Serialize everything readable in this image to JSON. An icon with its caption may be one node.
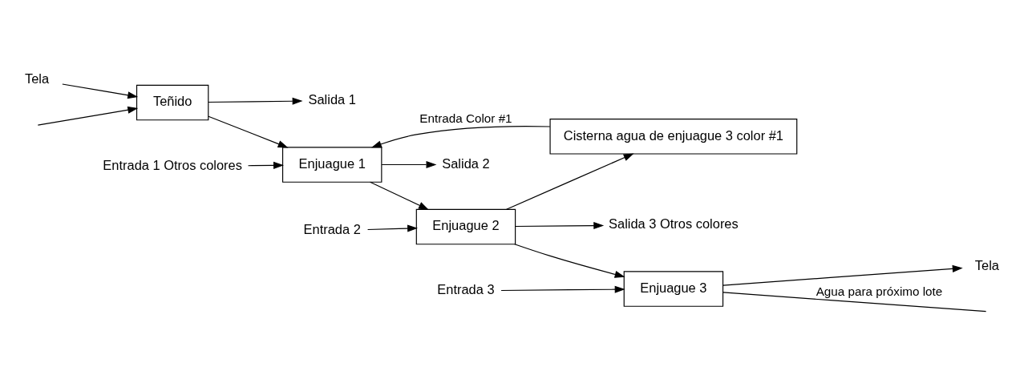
{
  "diagram": {
    "nodes": [
      {
        "text": [
          "Entrada 1 Otros colores"
        ]
      },
      {
        "text": [
          "Tela"
        ]
      },
      {
        "text": [
          "Teñido"
        ]
      },
      {
        "text": [
          "Enjuague 1"
        ]
      },
      {
        "text": [
          "Entrada 2"
        ]
      },
      {
        "text": [
          "Entrada 3"
        ]
      },
      {
        "text": [
          "Enjuague 2"
        ]
      },
      {
        "text": [
          "Enjuague 3"
        ]
      },
      {
        "text": [
          "Tela"
        ]
      },
      {
        "text": [
          "Salida 1"
        ]
      },
      {
        "text": [
          "Salida 2"
        ]
      },
      {
        "text": [
          "Salida 3 Otros colores"
        ]
      },
      {
        "text": [
          "Cisterna agua de enjuague 3 color #1"
        ]
      }
    ],
    "edges": [
      {
        "from": 1,
        "to": 2,
        "arrow": "to"
      },
      {
        "from": 2,
        "to": 3,
        "arrow": "to"
      },
      {
        "from": 3,
        "to": 6,
        "arrow": "to"
      },
      {
        "from": 6,
        "to": 7,
        "arrow": "to"
      },
      {
        "from": 7,
        "to": 8,
        "arrow": "to"
      },
      {
        "from": 0,
        "to": 3,
        "arrow": "to"
      },
      {
        "from": 4,
        "to": 6,
        "arrow": "to"
      },
      {
        "from": 5,
        "to": 7,
        "arrow": "to"
      },
      {
        "from": 2,
        "to": 9,
        "arrow": "to"
      },
      {
        "from": 3,
        "to": 10,
        "arrow": "to"
      },
      {
        "from": 6,
        "to": 11,
        "arrow": "to"
      },
      {
        "from": 6,
        "to": 12,
        "arrow": "to"
      },
      {
        "from": 12,
        "to": 3,
        "arrow": "to",
        "label": "Entrada Color #1"
      },
      {
        "from": 7,
        "to": null,
        "arrow": "none",
        "label": "Agua para próximo lote"
      },
      {
        "from": null,
        "to": 2,
        "arrow": "to"
      }
    ]
  }
}
